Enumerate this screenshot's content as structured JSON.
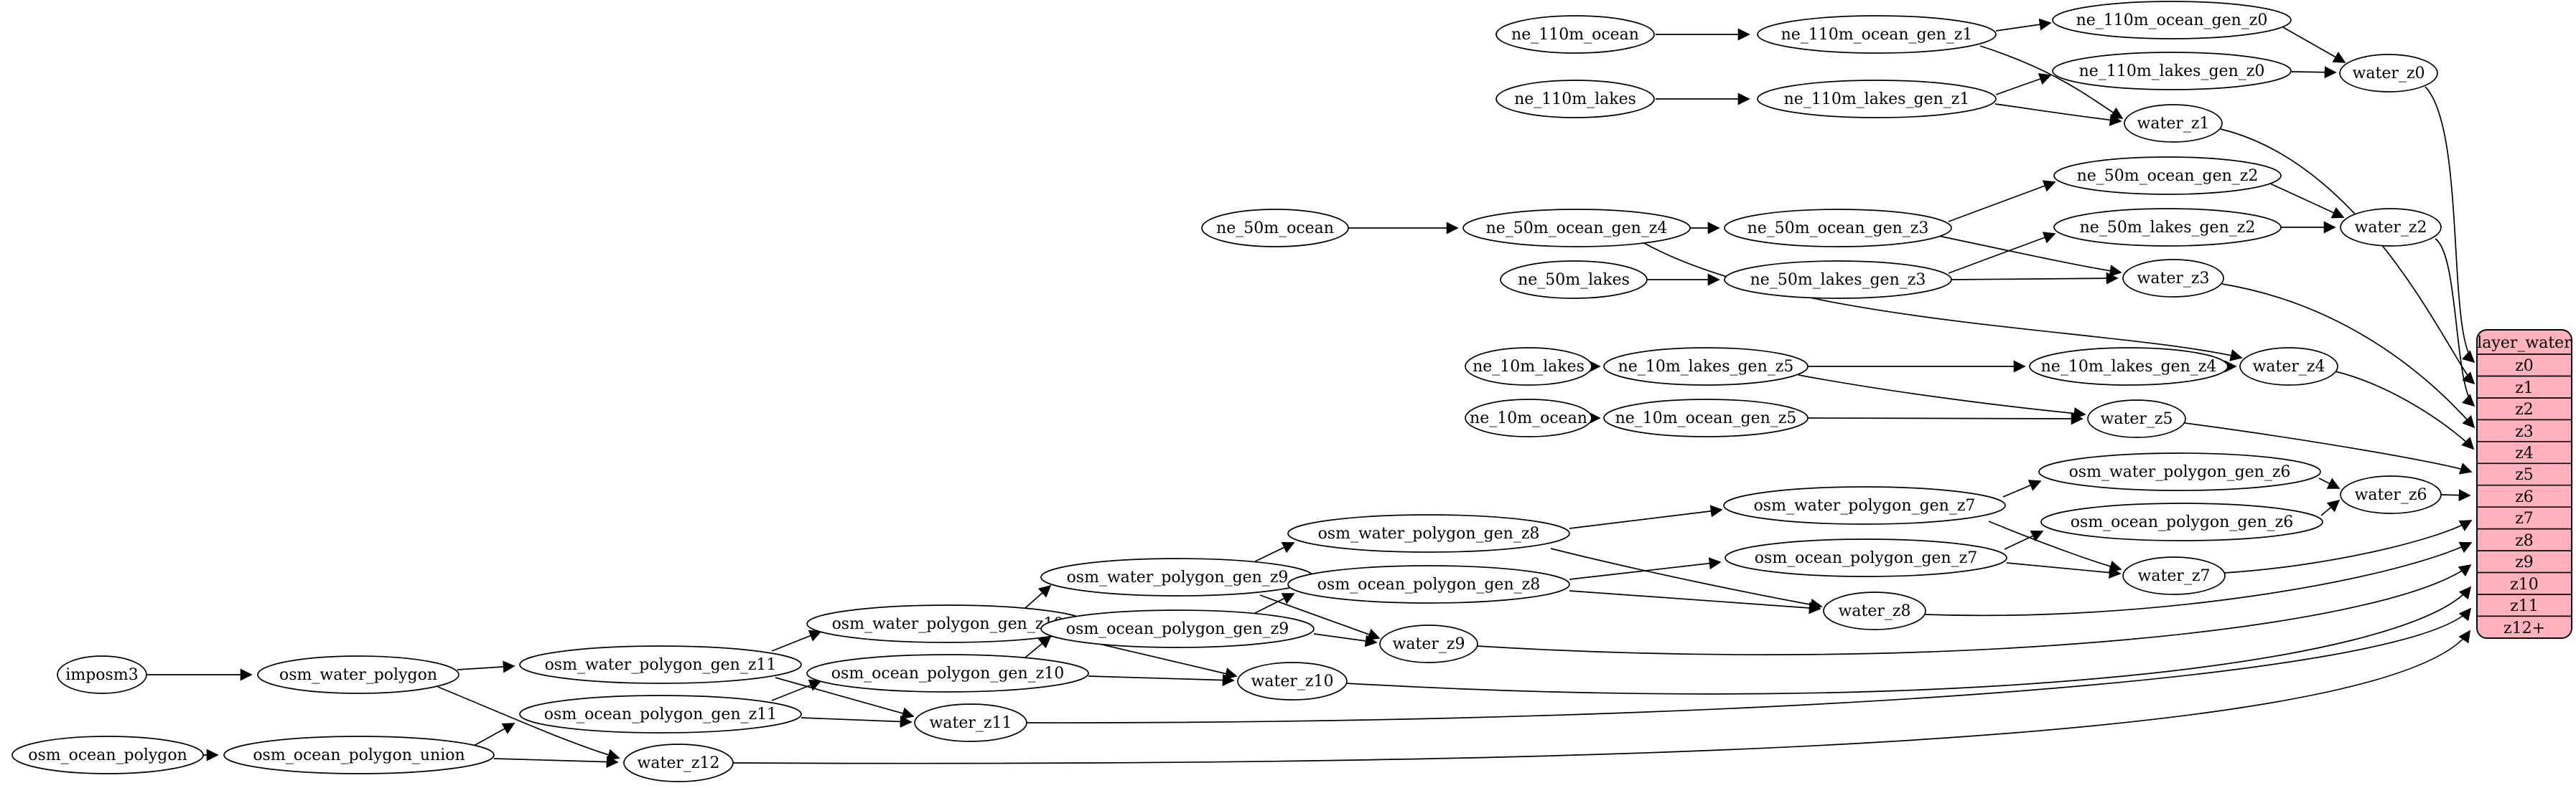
{
  "diagram": {
    "nodes": {
      "imposm3": "imposm3",
      "osm_water_polygon": "osm_water_polygon",
      "osm_ocean_polygon": "osm_ocean_polygon",
      "osm_ocean_polygon_union": "osm_ocean_polygon_union",
      "osm_water_polygon_gen_z11": "osm_water_polygon_gen_z11",
      "osm_ocean_polygon_gen_z11": "osm_ocean_polygon_gen_z11",
      "water_z12": "water_z12",
      "osm_water_polygon_gen_z10": "osm_water_polygon_gen_z10",
      "osm_ocean_polygon_gen_z10": "osm_ocean_polygon_gen_z10",
      "water_z11": "water_z11",
      "osm_water_polygon_gen_z9": "osm_water_polygon_gen_z9",
      "osm_ocean_polygon_gen_z9": "osm_ocean_polygon_gen_z9",
      "water_z10": "water_z10",
      "osm_water_polygon_gen_z8": "osm_water_polygon_gen_z8",
      "osm_ocean_polygon_gen_z8": "osm_ocean_polygon_gen_z8",
      "water_z9": "water_z9",
      "osm_water_polygon_gen_z7": "osm_water_polygon_gen_z7",
      "osm_ocean_polygon_gen_z7": "osm_ocean_polygon_gen_z7",
      "water_z8": "water_z8",
      "osm_water_polygon_gen_z6": "osm_water_polygon_gen_z6",
      "osm_ocean_polygon_gen_z6": "osm_ocean_polygon_gen_z6",
      "water_z7": "water_z7",
      "water_z6": "water_z6",
      "ne_10m_lakes": "ne_10m_lakes",
      "ne_10m_lakes_gen_z5": "ne_10m_lakes_gen_z5",
      "ne_10m_lakes_gen_z4": "ne_10m_lakes_gen_z4",
      "water_z4": "water_z4",
      "ne_10m_ocean": "ne_10m_ocean",
      "ne_10m_ocean_gen_z5": "ne_10m_ocean_gen_z5",
      "water_z5": "water_z5",
      "ne_50m_ocean": "ne_50m_ocean",
      "ne_50m_ocean_gen_z4": "ne_50m_ocean_gen_z4",
      "ne_50m_lakes": "ne_50m_lakes",
      "ne_50m_ocean_gen_z3": "ne_50m_ocean_gen_z3",
      "ne_50m_lakes_gen_z3": "ne_50m_lakes_gen_z3",
      "ne_50m_ocean_gen_z2": "ne_50m_ocean_gen_z2",
      "ne_50m_lakes_gen_z2": "ne_50m_lakes_gen_z2",
      "water_z2": "water_z2",
      "water_z3": "water_z3",
      "ne_110m_ocean": "ne_110m_ocean",
      "ne_110m_ocean_gen_z1": "ne_110m_ocean_gen_z1",
      "ne_110m_ocean_gen_z0": "ne_110m_ocean_gen_z0",
      "ne_110m_lakes": "ne_110m_lakes",
      "ne_110m_lakes_gen_z1": "ne_110m_lakes_gen_z1",
      "ne_110m_lakes_gen_z0": "ne_110m_lakes_gen_z0",
      "water_z1": "water_z1",
      "water_z0": "water_z0"
    },
    "table": {
      "title": "layer_water",
      "rows": [
        "z0",
        "z1",
        "z2",
        "z3",
        "z4",
        "z5",
        "z6",
        "z7",
        "z8",
        "z9",
        "z10",
        "z11",
        "z12+"
      ],
      "fill": "#ffb2bc"
    },
    "colors": {
      "node_fill": "#ffffff",
      "stroke": "#000000",
      "table_fill": "#ffb2bc"
    },
    "edges": [
      "ne_110m_ocean -> ne_110m_ocean_gen_z1",
      "ne_110m_lakes -> ne_110m_lakes_gen_z1",
      "ne_110m_ocean_gen_z1 -> ne_110m_ocean_gen_z0",
      "ne_110m_lakes_gen_z1 -> ne_110m_lakes_gen_z0",
      "ne_110m_ocean_gen_z1 -> water_z1",
      "ne_110m_lakes_gen_z1 -> water_z1",
      "ne_110m_ocean_gen_z0 -> water_z0",
      "ne_110m_lakes_gen_z0 -> water_z0",
      "water_z0 -> layer_water:z0",
      "water_z1 -> layer_water:z1",
      "ne_50m_ocean -> ne_50m_ocean_gen_z4",
      "ne_50m_ocean_gen_z4 -> ne_50m_ocean_gen_z3",
      "ne_50m_lakes -> ne_50m_lakes_gen_z3",
      "ne_50m_ocean_gen_z3 -> ne_50m_ocean_gen_z2",
      "ne_50m_lakes_gen_z3 -> ne_50m_lakes_gen_z2",
      "ne_50m_ocean_gen_z3 -> water_z3",
      "ne_50m_lakes_gen_z3 -> water_z3",
      "ne_50m_ocean_gen_z2 -> water_z2",
      "ne_50m_lakes_gen_z2 -> water_z2",
      "ne_50m_ocean_gen_z4 -> water_z4",
      "water_z2 -> layer_water:z2",
      "water_z3 -> layer_water:z3",
      "ne_10m_lakes -> ne_10m_lakes_gen_z5",
      "ne_10m_lakes_gen_z5 -> ne_10m_lakes_gen_z4",
      "ne_10m_lakes_gen_z5 -> water_z5",
      "ne_10m_ocean -> ne_10m_ocean_gen_z5",
      "ne_10m_ocean_gen_z5 -> water_z5",
      "ne_10m_lakes_gen_z4 -> water_z4",
      "water_z4 -> layer_water:z4",
      "water_z5 -> layer_water:z5",
      "imposm3 -> osm_water_polygon",
      "osm_ocean_polygon -> osm_ocean_polygon_union",
      "osm_water_polygon -> osm_water_polygon_gen_z11",
      "osm_water_polygon -> water_z12",
      "osm_ocean_polygon_union -> osm_ocean_polygon_gen_z11",
      "osm_ocean_polygon_union -> water_z12",
      "osm_water_polygon_gen_z11 -> osm_water_polygon_gen_z10",
      "osm_water_polygon_gen_z11 -> water_z11",
      "osm_ocean_polygon_gen_z11 -> osm_ocean_polygon_gen_z10",
      "osm_ocean_polygon_gen_z11 -> water_z11",
      "osm_water_polygon_gen_z10 -> osm_water_polygon_gen_z9",
      "osm_water_polygon_gen_z10 -> water_z10",
      "osm_ocean_polygon_gen_z10 -> osm_ocean_polygon_gen_z9",
      "osm_ocean_polygon_gen_z10 -> water_z10",
      "osm_water_polygon_gen_z9 -> osm_water_polygon_gen_z8",
      "osm_water_polygon_gen_z9 -> water_z9",
      "osm_ocean_polygon_gen_z9 -> osm_ocean_polygon_gen_z8",
      "osm_ocean_polygon_gen_z9 -> water_z9",
      "osm_water_polygon_gen_z8 -> osm_water_polygon_gen_z7",
      "osm_water_polygon_gen_z8 -> water_z8",
      "osm_ocean_polygon_gen_z8 -> osm_ocean_polygon_gen_z7",
      "osm_ocean_polygon_gen_z8 -> water_z8",
      "osm_water_polygon_gen_z7 -> osm_water_polygon_gen_z6",
      "osm_water_polygon_gen_z7 -> water_z7",
      "osm_ocean_polygon_gen_z7 -> osm_ocean_polygon_gen_z6",
      "osm_ocean_polygon_gen_z7 -> water_z7",
      "osm_water_polygon_gen_z6 -> water_z6",
      "osm_ocean_polygon_gen_z6 -> water_z6",
      "water_z6 -> layer_water:z6",
      "water_z7 -> layer_water:z7",
      "water_z8 -> layer_water:z8",
      "water_z9 -> layer_water:z9",
      "water_z10 -> layer_water:z10",
      "water_z11 -> layer_water:z11",
      "water_z12 -> layer_water:z12+"
    ]
  }
}
